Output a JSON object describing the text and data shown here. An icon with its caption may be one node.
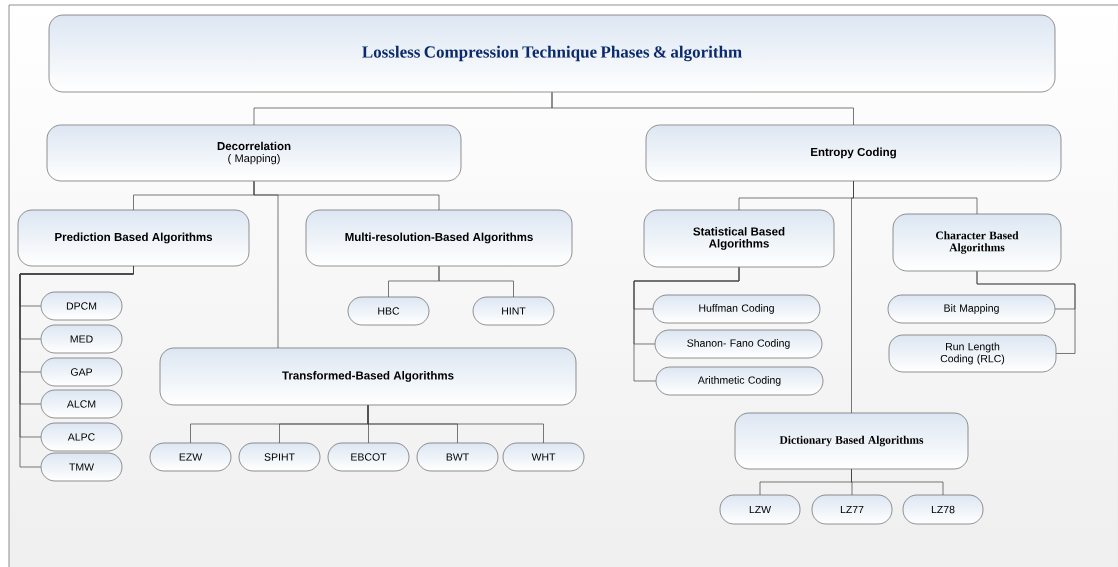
{
  "diagram": {
    "nodes": [
      {
        "text": [
          "Lossless Compression Technique Phases & algorithm"
        ]
      },
      {
        "text": [
          "Decorrelation",
          "( Mapping)"
        ]
      },
      {
        "text": [
          "Entropy Coding"
        ]
      },
      {
        "text": [
          "Prediction Based Algorithms"
        ]
      },
      {
        "text": [
          "Multi-resolution-Based Algorithms"
        ]
      },
      {
        "text": [
          "Statistical Based Algorithms"
        ]
      },
      {
        "text": [
          "Character Based Algorithms"
        ]
      },
      {
        "text": [
          "DPCM"
        ]
      },
      {
        "text": [
          "MED"
        ]
      },
      {
        "text": [
          "GAP"
        ]
      },
      {
        "text": [
          "ALCM"
        ]
      },
      {
        "text": [
          "ALPC"
        ]
      },
      {
        "text": [
          "TMW"
        ]
      },
      {
        "text": [
          "HBC"
        ]
      },
      {
        "text": [
          "HINT"
        ]
      },
      {
        "text": [
          "Transformed-Based Algorithms"
        ]
      },
      {
        "text": [
          "EZW"
        ]
      },
      {
        "text": [
          "SPIHT"
        ]
      },
      {
        "text": [
          "EBCOT"
        ]
      },
      {
        "text": [
          "BWT"
        ]
      },
      {
        "text": [
          "WHT"
        ]
      },
      {
        "text": [
          "Huffman Coding"
        ]
      },
      {
        "text": [
          "Shanon- Fano Coding"
        ]
      },
      {
        "text": [
          "Arithmetic Coding"
        ]
      },
      {
        "text": [
          "Bit Mapping"
        ]
      },
      {
        "text": [
          "Run Length Coding (RLC)"
        ]
      },
      {
        "text": [
          "Dictionary Based Algorithms"
        ]
      },
      {
        "text": [
          "LZW"
        ]
      },
      {
        "text": [
          "LZ77"
        ]
      },
      {
        "text": [
          "LZ78"
        ]
      }
    ],
    "edges": [
      {
        "from": 0,
        "to": 1,
        "arrow": "none"
      },
      {
        "from": 0,
        "to": 2,
        "arrow": "none"
      },
      {
        "from": 1,
        "to": 3,
        "arrow": "none"
      },
      {
        "from": 1,
        "to": 4,
        "arrow": "none"
      },
      {
        "from": 1,
        "to": 15,
        "arrow": "none"
      },
      {
        "from": 3,
        "to": 7,
        "arrow": "none"
      },
      {
        "from": 3,
        "to": 8,
        "arrow": "none"
      },
      {
        "from": 3,
        "to": 9,
        "arrow": "none"
      },
      {
        "from": 3,
        "to": 10,
        "arrow": "none"
      },
      {
        "from": 3,
        "to": 11,
        "arrow": "none"
      },
      {
        "from": 3,
        "to": 12,
        "arrow": "none"
      },
      {
        "from": 4,
        "to": 13,
        "arrow": "none"
      },
      {
        "from": 4,
        "to": 14,
        "arrow": "none"
      },
      {
        "from": 15,
        "to": 16,
        "arrow": "none"
      },
      {
        "from": 15,
        "to": 17,
        "arrow": "none"
      },
      {
        "from": 15,
        "to": 18,
        "arrow": "none"
      },
      {
        "from": 15,
        "to": 19,
        "arrow": "none"
      },
      {
        "from": 15,
        "to": 20,
        "arrow": "none"
      },
      {
        "from": 2,
        "to": 5,
        "arrow": "none"
      },
      {
        "from": 2,
        "to": 6,
        "arrow": "none"
      },
      {
        "from": 2,
        "to": 26,
        "arrow": "none"
      },
      {
        "from": 5,
        "to": 21,
        "arrow": "none"
      },
      {
        "from": 5,
        "to": 22,
        "arrow": "none"
      },
      {
        "from": 5,
        "to": 23,
        "arrow": "none"
      },
      {
        "from": 6,
        "to": 24,
        "arrow": "none"
      },
      {
        "from": 6,
        "to": 25,
        "arrow": "none"
      },
      {
        "from": 26,
        "to": 27,
        "arrow": "none"
      },
      {
        "from": 26,
        "to": 28,
        "arrow": "none"
      },
      {
        "from": 26,
        "to": 29,
        "arrow": "none"
      }
    ]
  }
}
